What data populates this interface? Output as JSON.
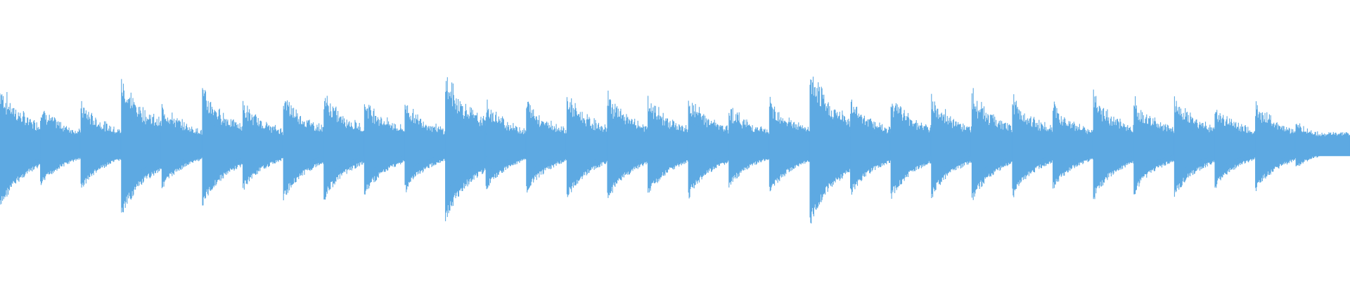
{
  "waveform": {
    "color": "#5DA9E2",
    "background": "#ffffff",
    "segment_count": 33,
    "segment_peaks": [
      0.88,
      0.58,
      0.62,
      1.0,
      0.6,
      0.84,
      0.62,
      0.75,
      0.76,
      0.7,
      0.64,
      1.06,
      0.63,
      0.66,
      0.74,
      0.76,
      0.7,
      0.72,
      0.59,
      0.68,
      1.1,
      0.7,
      0.74,
      0.72,
      0.77,
      0.71,
      0.6,
      0.74,
      0.68,
      0.72,
      0.6,
      0.64,
      0.33
    ]
  }
}
